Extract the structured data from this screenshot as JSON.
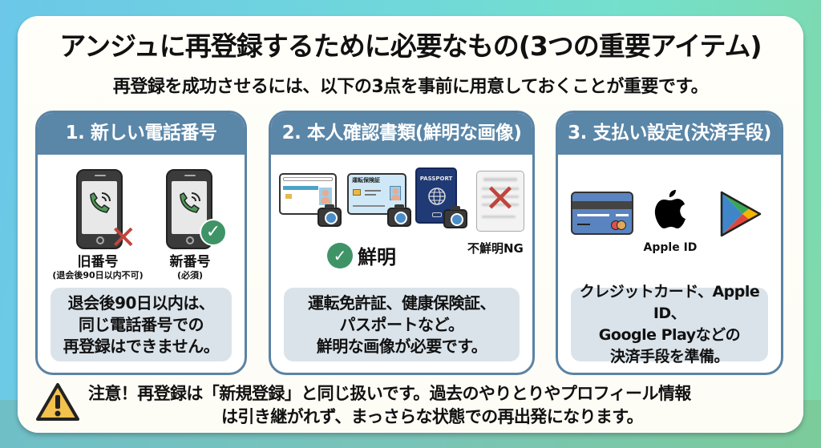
{
  "title": "アンジュに再登録するために必要なもの(3つの重要アイテム)",
  "subtitle": "再登録を成功させるには、以下の3点を事前に用意しておくことが重要です。",
  "colors": {
    "panel_header": "#5a86a8",
    "highlight": "#e3c08f",
    "ng_red": "#c0453c",
    "ok_green": "#3f9467",
    "note_bg": "#dbe3ea"
  },
  "panels": [
    {
      "header": "1. 新しい電話番号",
      "items": [
        {
          "icon": "phone-icon",
          "status": "x-mark",
          "label": "旧番号",
          "sublabel": "(退会後90日以内不可)"
        },
        {
          "icon": "phone-icon",
          "status": "check-mark",
          "label": "新番号",
          "sublabel": "(必須)"
        }
      ],
      "note": [
        "退会後90日以内は、",
        "同じ電話番号での",
        "再登録はできません。"
      ]
    },
    {
      "header": "2. 本人確認書類(鮮明な画像)",
      "items": [
        {
          "icon": "drivers-license-icon"
        },
        {
          "icon": "insurance-card-icon",
          "card_text": "運転保険証"
        },
        {
          "icon": "passport-icon",
          "card_text": "PASSPORT"
        },
        {
          "icon": "blurry-document-icon",
          "status": "x-mark"
        }
      ],
      "ok_label": "鮮明",
      "ng_label": "不鮮明NG",
      "note": [
        "運転免許証、健康保険証、",
        "パスポートなど。",
        "鮮明な画像が必要です。"
      ]
    },
    {
      "header": "3. 支払い設定(決済手段)",
      "items": [
        {
          "icon": "credit-card-icon"
        },
        {
          "icon": "apple-logo-icon",
          "label": "Apple ID"
        },
        {
          "icon": "google-play-icon"
        }
      ],
      "note": [
        "クレジットカード、Apple ID、",
        "Google Playなどの",
        "決済手段を準備。"
      ]
    }
  ],
  "warning": {
    "icon": "warning-icon",
    "line1": "注意！再登録は「新規登録」と同じ扱いです。過去のやりとりやプロフィール情報",
    "line2": "は引き継がれず、まっさらな状態での再出発になります。"
  }
}
